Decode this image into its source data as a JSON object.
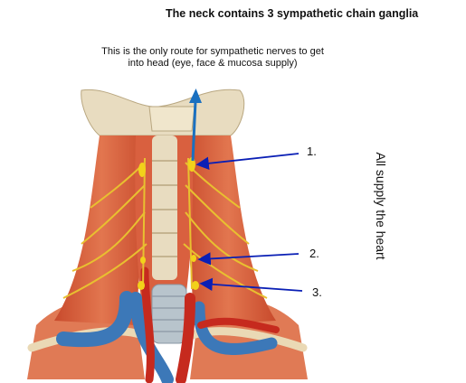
{
  "title": "The neck contains 3 sympathetic chain ganglia",
  "note": "This is the only route for sympathetic nerves to get into head (eye, face & mucosa supply)",
  "ganglia_labels": [
    "1.",
    "2.",
    "3."
  ],
  "side_label": "All supply the heart",
  "colors": {
    "arrow_blue": "#0a1fb5",
    "up_arrow_blue": "#1a70c0",
    "muscle": "#d9603f",
    "bone": "#e8dcc0",
    "nerve": "#e8c030",
    "vessel_blue": "#3c78b8",
    "artery_red": "#c62a1e"
  }
}
